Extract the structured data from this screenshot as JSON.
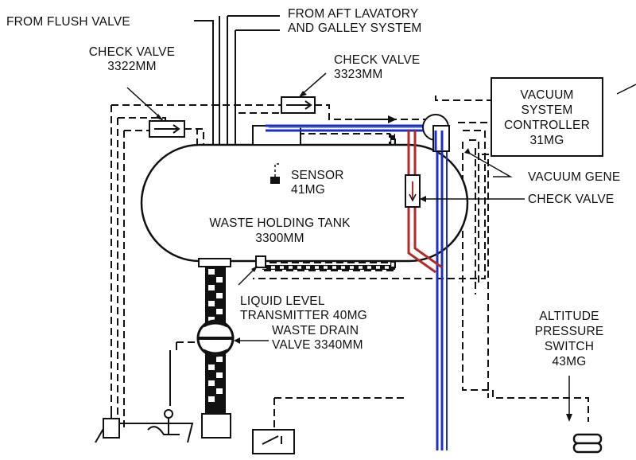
{
  "labels": {
    "from_flush_valve": "FROM FLUSH VALVE",
    "from_aft_lav_1": "FROM AFT LAVATORY",
    "from_aft_lav_2": "AND GALLEY SYSTEM",
    "check_valve_3322_1": "CHECK VALVE",
    "check_valve_3322_2": "3322MM",
    "check_valve_3323_1": "CHECK VALVE",
    "check_valve_3323_2": "3323MM",
    "vsc_1": "VACUUM",
    "vsc_2": "SYSTEM",
    "vsc_3": "CONTROLLER",
    "vsc_4": "31MG",
    "vacuum_generator": "VACUUM GENE",
    "check_valve_right": "CHECK VALVE",
    "sensor_1": "SENSOR",
    "sensor_2": "41MG",
    "tank_1": "WASTE HOLDING TANK",
    "tank_2": "3300MM",
    "llt_1": "LIQUID LEVEL",
    "llt_2": "TRANSMITTER 40MG",
    "drain_1": "WASTE DRAIN",
    "drain_2": "VALVE 3340MM",
    "aps_1": "ALTITUDE",
    "aps_2": "PRESSURE",
    "aps_3": "SWITCH",
    "aps_4": "43MG"
  },
  "colors": {
    "line": "#111111",
    "vacuum_line": "#1c2fbf",
    "relief_line": "#b42a2a"
  }
}
